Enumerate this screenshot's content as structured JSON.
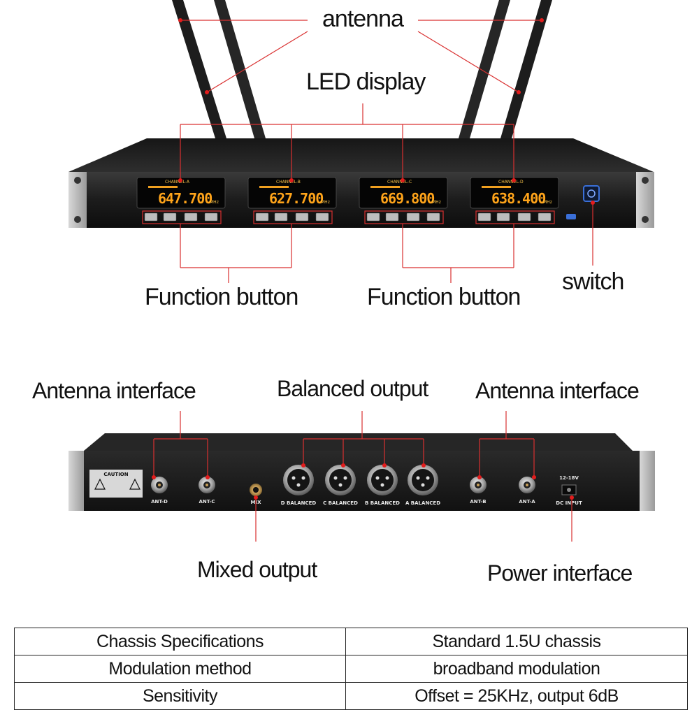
{
  "front_panel": {
    "labels": {
      "antenna": "antenna",
      "led_display": "LED display",
      "function_button_left": "Function button",
      "function_button_right": "Function button",
      "switch": "switch"
    },
    "channels": [
      {
        "name": "CHANNEL-A",
        "frequency": "647.700",
        "unit": "MHz"
      },
      {
        "name": "CHANNEL-B",
        "frequency": "627.700",
        "unit": "MHz"
      },
      {
        "name": "CHANNEL-C",
        "frequency": "669.800",
        "unit": "MHz"
      },
      {
        "name": "CHANNEL-D",
        "frequency": "638.400",
        "unit": "MHz"
      }
    ]
  },
  "rear_panel": {
    "labels": {
      "antenna_interface_left": "Antenna interface",
      "balanced_output": "Balanced output",
      "antenna_interface_right": "Antenna interface",
      "mixed_output": "Mixed output",
      "power_interface": "Power interface"
    },
    "ports": {
      "ant_d": "ANT-D",
      "ant_c": "ANT-C",
      "mix": "MIX",
      "balanced": [
        "D BALANCED",
        "C BALANCED",
        "B BALANCED",
        "A BALANCED"
      ],
      "ant_b": "ANT-B",
      "ant_a": "ANT-A",
      "dc_input": "DC INPUT",
      "voltage": "12-18V",
      "caution": "CAUTION"
    }
  },
  "specs": {
    "rows": [
      {
        "name": "Chassis Specifications",
        "value": "Standard 1.5U chassis"
      },
      {
        "name": "Modulation method",
        "value": "broadband modulation"
      },
      {
        "name": "Sensitivity",
        "value": "Offset = 25KHz, output 6dB"
      }
    ]
  },
  "colors": {
    "callout_line": "#d93030",
    "lcd_text": "#ffa41a",
    "panel": "#1a1a1a",
    "power_button": "#3a6fd8"
  }
}
